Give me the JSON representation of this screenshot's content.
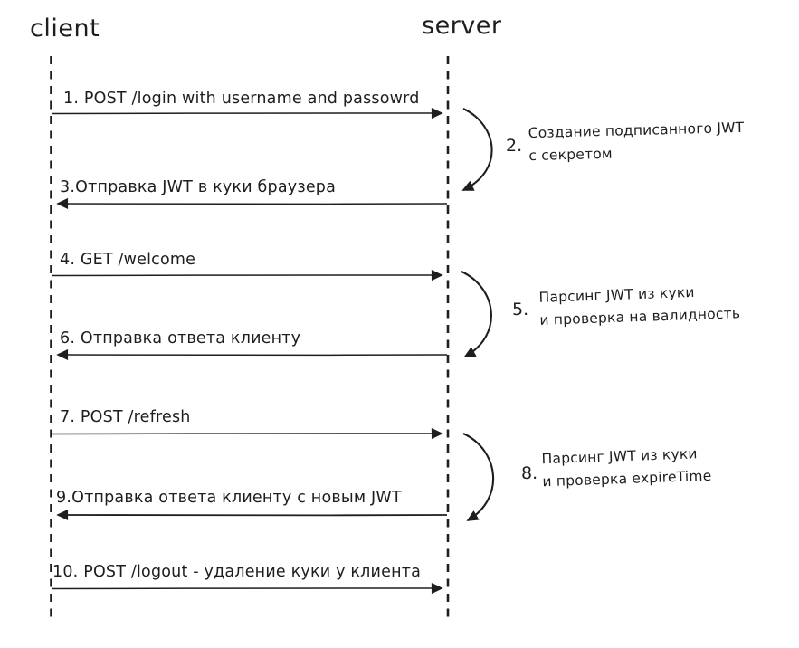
{
  "diagram": {
    "type": "sequence",
    "style": "hand-drawn",
    "colors": {
      "stroke": "#1e1e1e",
      "background": "#ffffff"
    },
    "actors": [
      {
        "id": "client",
        "label": "client"
      },
      {
        "id": "server",
        "label": "server"
      }
    ],
    "arrows": [
      {
        "step": 1,
        "label": "1. POST /login with username and passowrd",
        "from": "client",
        "to": "server"
      },
      {
        "step": 3,
        "label": "3.Отправка JWT в куки браузера",
        "from": "server",
        "to": "client"
      },
      {
        "step": 4,
        "label": "4. GET /welcome",
        "from": "client",
        "to": "server"
      },
      {
        "step": 6,
        "label": "6. Отправка ответа клиенту",
        "from": "server",
        "to": "client"
      },
      {
        "step": 7,
        "label": "7. POST /refresh",
        "from": "client",
        "to": "server"
      },
      {
        "step": 9,
        "label": "9.Отправка ответа клиенту с новым JWT",
        "from": "server",
        "to": "client"
      },
      {
        "step": 10,
        "label": "10. POST /logout - удаление куки у клиента",
        "from": "client",
        "to": "server"
      }
    ],
    "self_actions": [
      {
        "step": 2,
        "num": "2.",
        "actor": "server",
        "lines": [
          "Создание подписанного JWT",
          "с секретом"
        ]
      },
      {
        "step": 5,
        "num": "5.",
        "actor": "server",
        "lines": [
          "Парсинг JWT из куки",
          "и проверка на валидность"
        ]
      },
      {
        "step": 8,
        "num": "8.",
        "actor": "server",
        "lines": [
          "Парсинг JWT из куки",
          "и проверка expireTime"
        ]
      }
    ]
  }
}
